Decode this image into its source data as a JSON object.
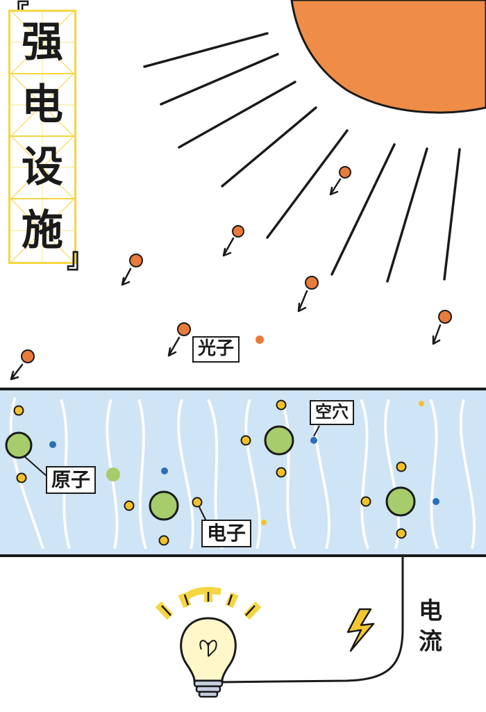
{
  "title": {
    "chars": [
      "强",
      "电",
      "设",
      "施"
    ]
  },
  "labels": {
    "photon": "光子",
    "hole": "空穴",
    "atom": "原子",
    "electron": "电子",
    "current": "电流"
  },
  "colors": {
    "sun": "#ee8c48",
    "panel": "#cfe4f4",
    "atom": "#a6cc6b",
    "electron": "#f3c22a",
    "hole": "#2a6fb8",
    "photon": "#e97b3c",
    "bulb_glow": "#f5d642",
    "title_grid": "#f5d642"
  },
  "icons": [
    "sun-icon",
    "photon-icon",
    "atom-icon",
    "electron-icon",
    "hole-icon",
    "light-bulb-icon",
    "lightning-bolt-icon"
  ]
}
